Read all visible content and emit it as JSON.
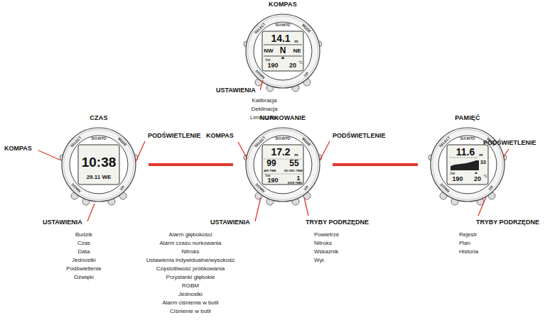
{
  "diagram": {
    "nodes": [
      {
        "text": [
          "KOMPAS",
          "SUUNTO",
          "SELECT",
          "MODE",
          "DOWN",
          "UP",
          "14.1",
          "m",
          "NW",
          "N",
          "NE",
          "bar",
          "190",
          "20",
          "°C"
        ]
      },
      {
        "text": [
          "CZAS",
          "SUUNTO",
          "SELECT",
          "MODE",
          "DOWN",
          "UP",
          "10:38",
          "29.11 WE"
        ]
      },
      {
        "text": [
          "NURKOWANIE",
          "SUUNTO",
          "SELECT",
          "MODE",
          "DOWN",
          "UP",
          "17.2",
          "m",
          "99",
          "55",
          "AIR TIME",
          "NO DEC TIME",
          "bar",
          "190",
          "1",
          "DIVE TIME"
        ]
      },
      {
        "text": [
          "PAMIĘĆ",
          "SUUNTO",
          "SELECT",
          "MODE",
          "DOWN",
          "UP",
          "11.6",
          "m",
          "33",
          "bar",
          "190",
          "20",
          "°C"
        ]
      }
    ],
    "edges": [
      {
        "from": 1,
        "to": 2,
        "arrow": "none"
      },
      {
        "from": 2,
        "to": 3,
        "arrow": "none"
      }
    ],
    "labels": [
      "USTAWIENIA",
      "Kalibracja",
      "Deklinacja",
      "Limit czasu",
      "KOMPAS",
      "PODŚWIETLENIE",
      "USTAWIENIA",
      "Budzik",
      "Czas",
      "Data",
      "Jednostki",
      "Podświetlenie",
      "Dźwięki",
      "KOMPAS",
      "PODŚWIETLENIE",
      "USTAWIENIA",
      "Alarm głębokości",
      "Alarm czasu nurkowania",
      "Nitroks",
      "Ustawienia indywidualne/wysokość",
      "Częstotliwość próbkowania",
      "Przystanki głębokie",
      "RGBM",
      "Jednostki",
      "Alarm ciśnienia w butli",
      "Ciśnienie w butli",
      "TRYBY PODRZĘDNE",
      "Powietrze",
      "Nitroks",
      "Wskaźnik",
      "Wył.",
      "PODŚWIETLENIE",
      "TRYBY PODRZĘDNE",
      "Rejestr",
      "Plan",
      "Historia"
    ]
  }
}
